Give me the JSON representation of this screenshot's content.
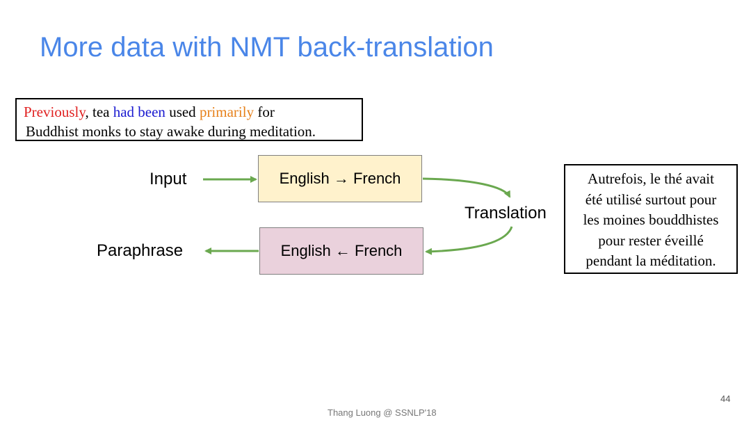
{
  "slide": {
    "title": "More data with NMT back-translation",
    "source_text": {
      "line1": [
        {
          "text": "Previously",
          "color": "red"
        },
        {
          "text": ", tea ",
          "color": "black"
        },
        {
          "text": "had been",
          "color": "blue"
        },
        {
          "text": " used ",
          "color": "black"
        },
        {
          "text": "primarily",
          "color": "orange"
        },
        {
          "text": " for",
          "color": "black"
        }
      ],
      "line2": "Buddhist monks to stay awake during meditation."
    },
    "labels": {
      "input": "Input",
      "translation": "Translation",
      "paraphrase": "Paraphrase"
    },
    "boxes": {
      "forward": "English → French",
      "backward": "English ← French"
    },
    "french_text": [
      "Autrefois, le thé avait",
      "été utilisé surtout pour",
      "les moines bouddhistes",
      "pour rester éveillé",
      "pendant la méditation."
    ],
    "page_number": "44",
    "footer": "Thang Luong @ SSNLP'18"
  },
  "colors": {
    "title": "#4a86e8",
    "arrow": "#6aa84f",
    "forward_box": "#fff2cc",
    "backward_box": "#ead1dc",
    "red": "#e02020",
    "blue": "#1a1ad0",
    "orange": "#e6801a"
  }
}
